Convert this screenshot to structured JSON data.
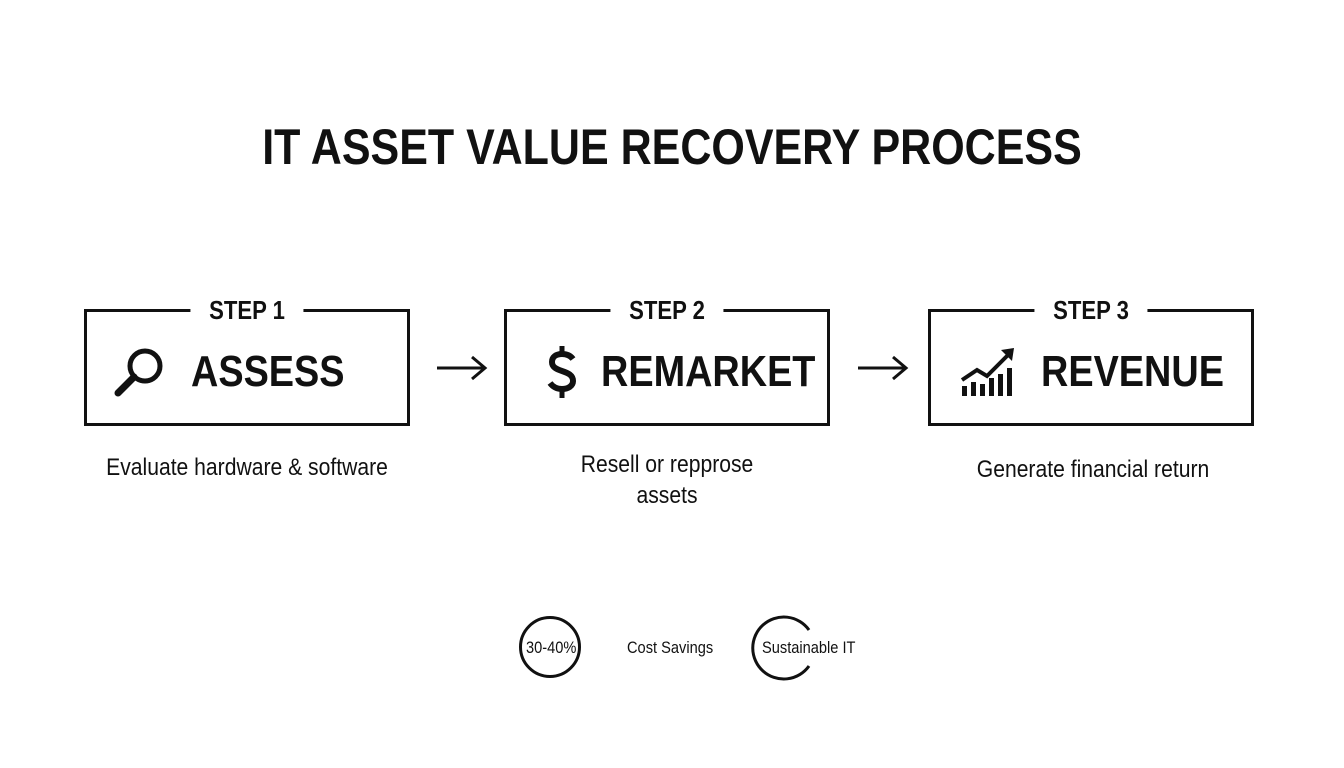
{
  "title": "IT ASSET VALUE RECOVERY PROCESS",
  "steps": [
    {
      "step_label": "STEP 1",
      "name": "ASSESS",
      "icon": "magnifying-glass-icon",
      "description": "Evaluate hardware & software"
    },
    {
      "step_label": "STEP 2",
      "name": "REMARKET",
      "icon": "dollar-sign-icon",
      "description_lines": [
        "Resell or repprose",
        "assets"
      ]
    },
    {
      "step_label": "STEP 3",
      "name": "REVENUE",
      "icon": "growth-chart-icon",
      "description": "Generate financial return"
    }
  ],
  "metrics": {
    "savings_value": "30-40%",
    "savings_label": "Cost Savings",
    "sustainable_label": "Sustainable IT"
  },
  "colors": {
    "ink": "#111111",
    "background": "#ffffff"
  }
}
